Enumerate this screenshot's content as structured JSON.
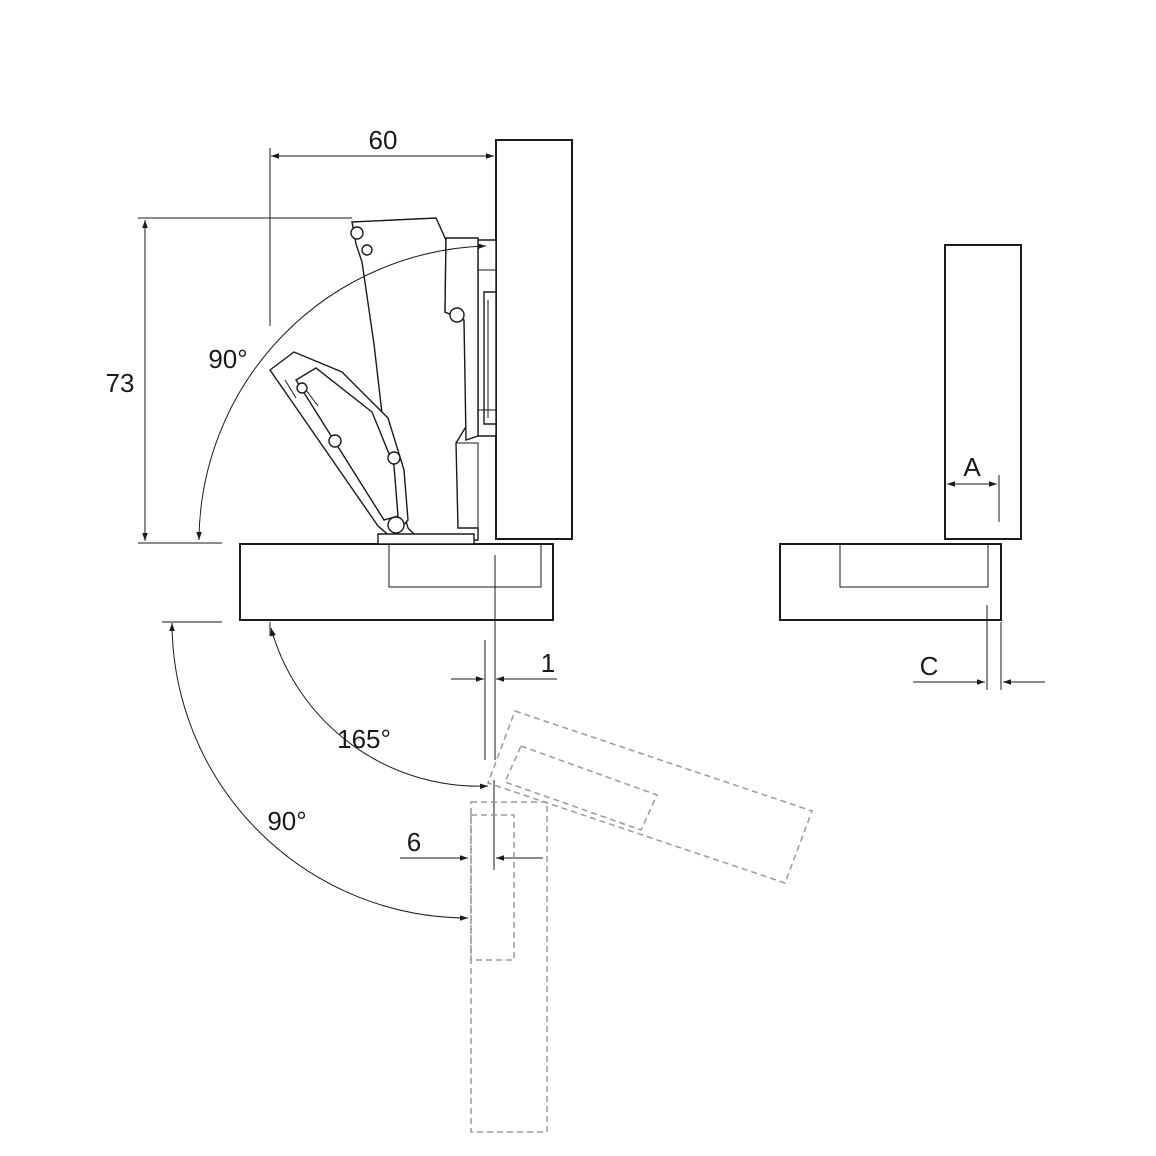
{
  "labels": {
    "width_60": "60",
    "height_73": "73",
    "angle_90_top": "90°",
    "offset_1": "1",
    "angle_165": "165°",
    "angle_90_bottom": "90°",
    "offset_6": "6",
    "label_a": "A",
    "label_c": "C"
  }
}
